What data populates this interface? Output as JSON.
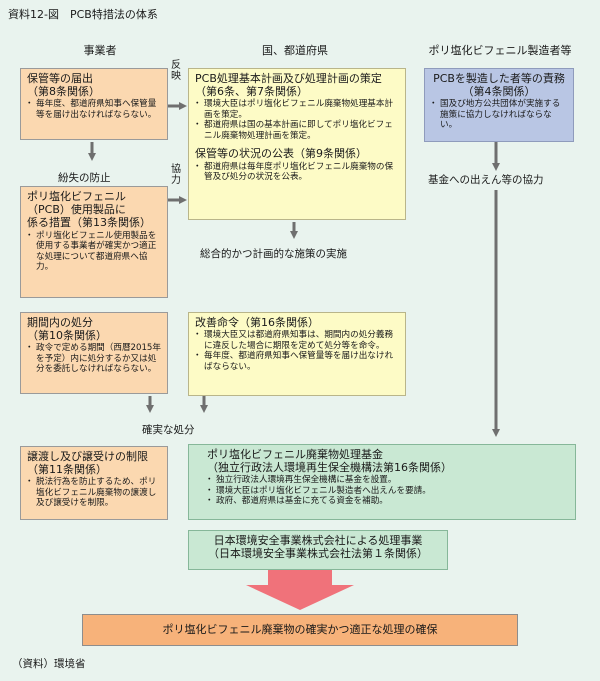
{
  "figure_title": "資料12-図　PCB特措法の体系",
  "columns": [
    "事業者",
    "国、都道府県",
    "ポリ塩化ビフェニル製造者等"
  ],
  "boxes": {
    "hokan": {
      "title1": "保管等の届出",
      "title2": "（第8条関係）",
      "items": [
        "毎年度、都道府県知事へ保管量等を届け出なければならない。"
      ]
    },
    "sochi": {
      "title1": "ポリ塩化ビフェニル",
      "title2": "（PCB）使用製品に",
      "title3": "係る措置（第13条関係）",
      "items": [
        "ポリ塩化ビフェニル使用製品を使用する事業者が確実かつ適正な処理について都道府県へ協力。"
      ]
    },
    "kigen": {
      "title1": "期間内の処分",
      "title2": "（第10条関係）",
      "items": [
        "政令で定める期間（西暦2015年を予定）内に処分するか又は処分を委託しなければならない。"
      ]
    },
    "jouto": {
      "title1": "譲渡し及び譲受けの制限",
      "title2": "（第11条関係）",
      "items": [
        "脱法行為を防止するため、ポリ塩化ビフェニル廃棄物の譲渡し及び譲受けを制限。"
      ]
    },
    "keikaku": {
      "title1": "PCB処理基本計画及び処理計画の策定",
      "title2": "（第6条、第7条関係）",
      "items": [
        "環境大臣はポリ塩化ビフェニル廃棄物処理基本計画を策定。",
        "都道府県は国の基本計画に即してポリ塩化ビフェニル廃棄物処理計画を策定。"
      ],
      "title3": "保管等の状況の公表（第9条関係）",
      "items2": [
        "都道府県は毎年度ポリ塩化ビフェニル廃棄物の保管及び処分の状況を公表。"
      ]
    },
    "kaizen": {
      "title1": "改善命令（第16条関係）",
      "items": [
        "環境大臣又は都道府県知事は、期間内の処分義務に違反した場合に期限を定めて処分等を命令。",
        "毎年度、都道府県知事へ保管量等を届け出なければならない。"
      ]
    },
    "seizou": {
      "title1": "PCBを製造した者等の責務",
      "title2": "（第4条関係）",
      "items": [
        "国及び地方公共団体が実施する施策に協力しなければならない。"
      ]
    },
    "kikin": {
      "title1": "ポリ塩化ビフェニル廃棄物処理基金",
      "title2": "（独立行政法人環境再生保全機構法第16条関係）",
      "items": [
        "独立行政法人環境再生保全機構に基金を設置。",
        "環境大臣はポリ塩化ビフェニル製造者へ出えんを要請。",
        "政府、都道府県は基金に充てる資金を補助。"
      ]
    },
    "jesco": {
      "title1": "日本環境安全事業株式会社による処理事業",
      "title2": "（日本環境安全事業株式会社法第１条関係）"
    },
    "final": {
      "title1": "ポリ塩化ビフェニル廃棄物の確実かつ適正な処理の確保"
    }
  },
  "labels": {
    "hanei": "反映",
    "kyoryoku": "協力",
    "funshitsu": "紛失の防止",
    "sougou": "総合的かつ計画的な施策の実施",
    "kakujitsu": "確実な処分",
    "kikin_kyoryoku": "基金への出えん等の協力"
  },
  "source": "（資料）環境省",
  "colors": {
    "background": "#e9f3ee",
    "orange_box": "#fbd8b0",
    "yellow_box": "#fdfbc6",
    "blue_box": "#b9c6e4",
    "green_box": "#c9e8d3",
    "final_box": "#f7b27a",
    "arrow": "#6f6f6f",
    "big_arrow": "#f0727a"
  }
}
